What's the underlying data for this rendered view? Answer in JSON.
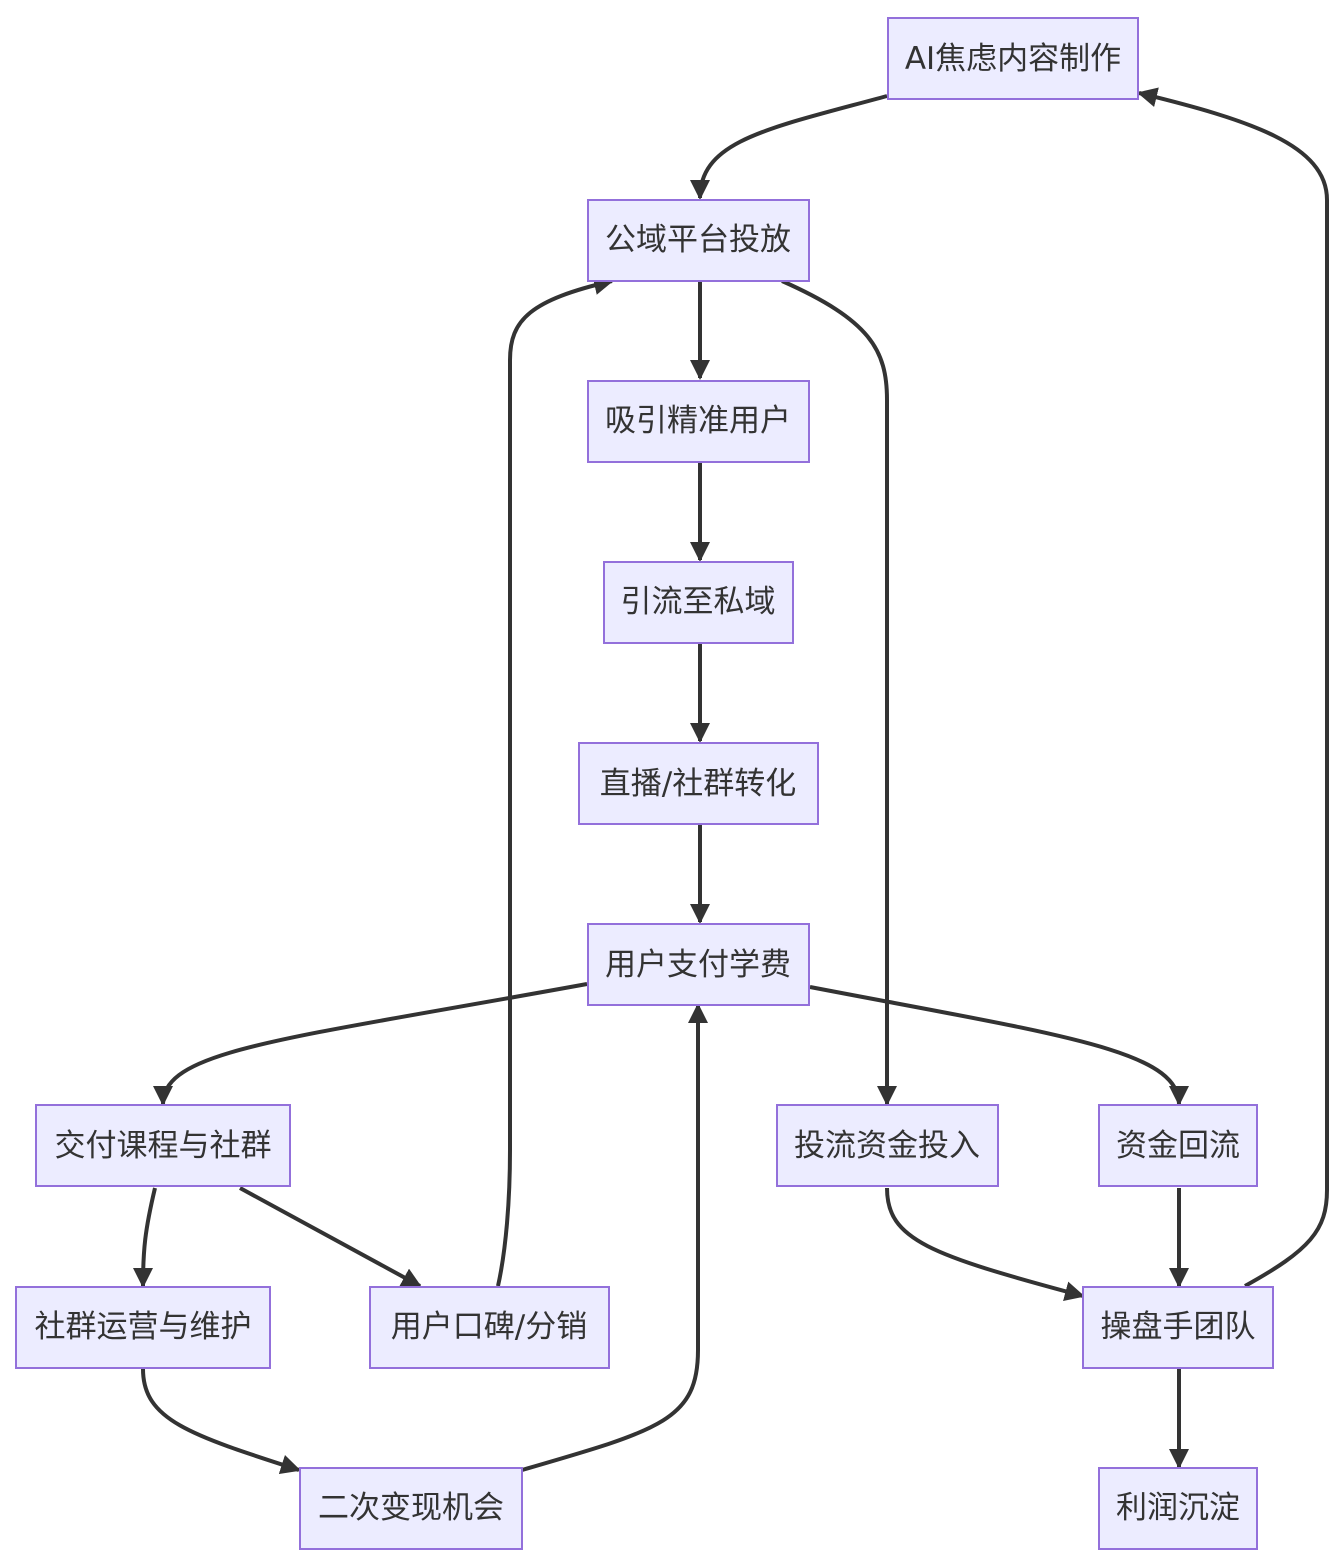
{
  "colors": {
    "node_fill": "#ECECFF",
    "node_border": "#9370DB",
    "edge": "#333333",
    "text": "#333333"
  },
  "nodes": {
    "ai_content": "AI焦虑内容制作",
    "public_ads": "公域平台投放",
    "attract_users": "吸引精准用户",
    "private_traffic": "引流至私域",
    "live_convert": "直播/社群转化",
    "user_pay": "用户支付学费",
    "deliver_course": "交付课程与社群",
    "ad_investment": "投流资金投入",
    "fund_return": "资金回流",
    "community_ops": "社群运营与维护",
    "word_of_mouth": "用户口碑/分销",
    "operator_team": "操盘手团队",
    "second_monetize": "二次变现机会",
    "profit": "利润沉淀"
  },
  "edges": [
    {
      "from": "ai_content",
      "to": "public_ads"
    },
    {
      "from": "public_ads",
      "to": "attract_users"
    },
    {
      "from": "attract_users",
      "to": "private_traffic"
    },
    {
      "from": "private_traffic",
      "to": "live_convert"
    },
    {
      "from": "live_convert",
      "to": "user_pay"
    },
    {
      "from": "user_pay",
      "to": "deliver_course"
    },
    {
      "from": "user_pay",
      "to": "fund_return"
    },
    {
      "from": "public_ads",
      "to": "ad_investment"
    },
    {
      "from": "deliver_course",
      "to": "community_ops"
    },
    {
      "from": "deliver_course",
      "to": "word_of_mouth"
    },
    {
      "from": "word_of_mouth",
      "to": "public_ads"
    },
    {
      "from": "community_ops",
      "to": "second_monetize"
    },
    {
      "from": "second_monetize",
      "to": "user_pay"
    },
    {
      "from": "ad_investment",
      "to": "operator_team"
    },
    {
      "from": "fund_return",
      "to": "operator_team"
    },
    {
      "from": "operator_team",
      "to": "profit"
    },
    {
      "from": "operator_team",
      "to": "ai_content"
    }
  ]
}
